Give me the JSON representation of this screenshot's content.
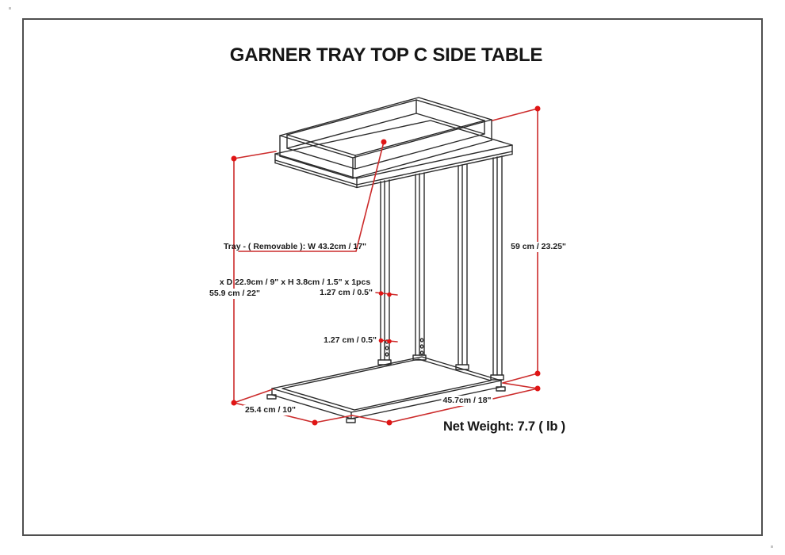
{
  "page": {
    "title": "GARNER TRAY TOP C SIDE TABLE",
    "net_weight": "Net Weight: 7.7 ( lb )"
  },
  "dimensions": {
    "height_left": "55.9 cm / 22\"",
    "height_right": "59 cm / 23.25\"",
    "depth": "25.4 cm / 10\"",
    "width": "45.7cm / 18\"",
    "tube_gauge_upper": "1.27 cm / 0.5\"",
    "tube_gauge_lower": "1.27 cm / 0.5\"",
    "tray_note_line1": "Tray - ( Removable ): W 43.2cm / 17\"",
    "tray_note_line2": "x D 22.9cm / 9\" x H 3.8cm / 1.5\" x 1pcs"
  },
  "colors": {
    "dimension_red": "#cc2b2b",
    "dimension_dot_red": "#e01515",
    "drawing_black": "#2b2b2b",
    "border_gray": "#4f4f4f"
  }
}
